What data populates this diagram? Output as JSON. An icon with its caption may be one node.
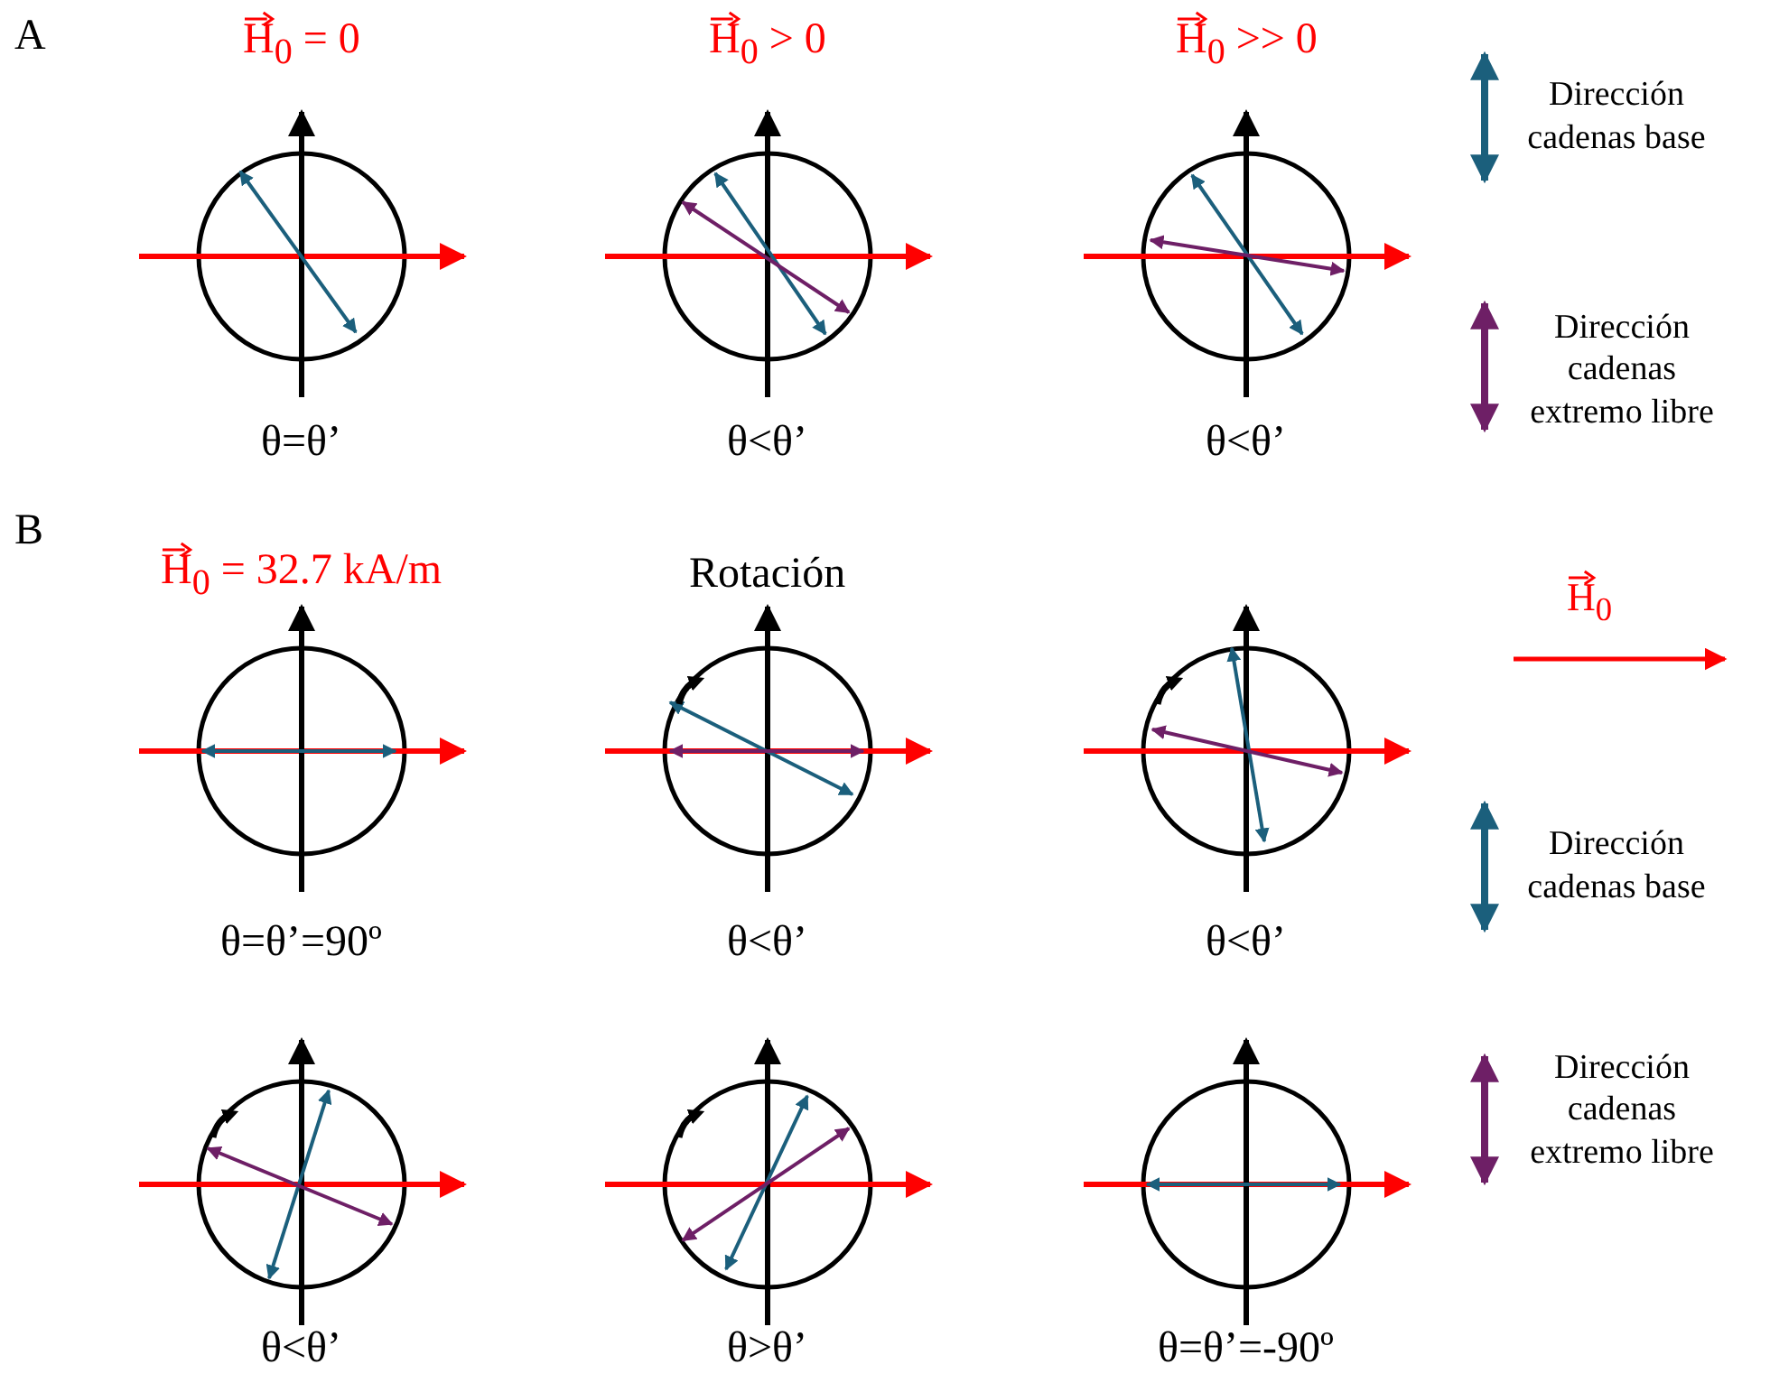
{
  "diagram": {
    "labels": [
      "A",
      "H$_{0}$ = 0",
      "H$_{0}$ > 0",
      "H$_{0}$ >> 0",
      "θ=θ’",
      "θ<θ’",
      "θ<θ’",
      "B",
      "H$_{0}$ = 32.7 kA/m",
      "Rotación",
      "θ=θ’=90º",
      "θ<θ’",
      "θ<θ’",
      "θ<θ’",
      "θ>θ’",
      "θ=θ’=-90º"
    ],
    "legend": [
      {
        "text": "Dirección cadenas base"
      },
      {
        "text": "Dirección cadenas extremo libre"
      },
      {
        "text": "H$_{0}$"
      },
      {
        "text": "Dirección cadenas base"
      },
      {
        "text": "Dirección cadenas extremo libre"
      }
    ]
  }
}
